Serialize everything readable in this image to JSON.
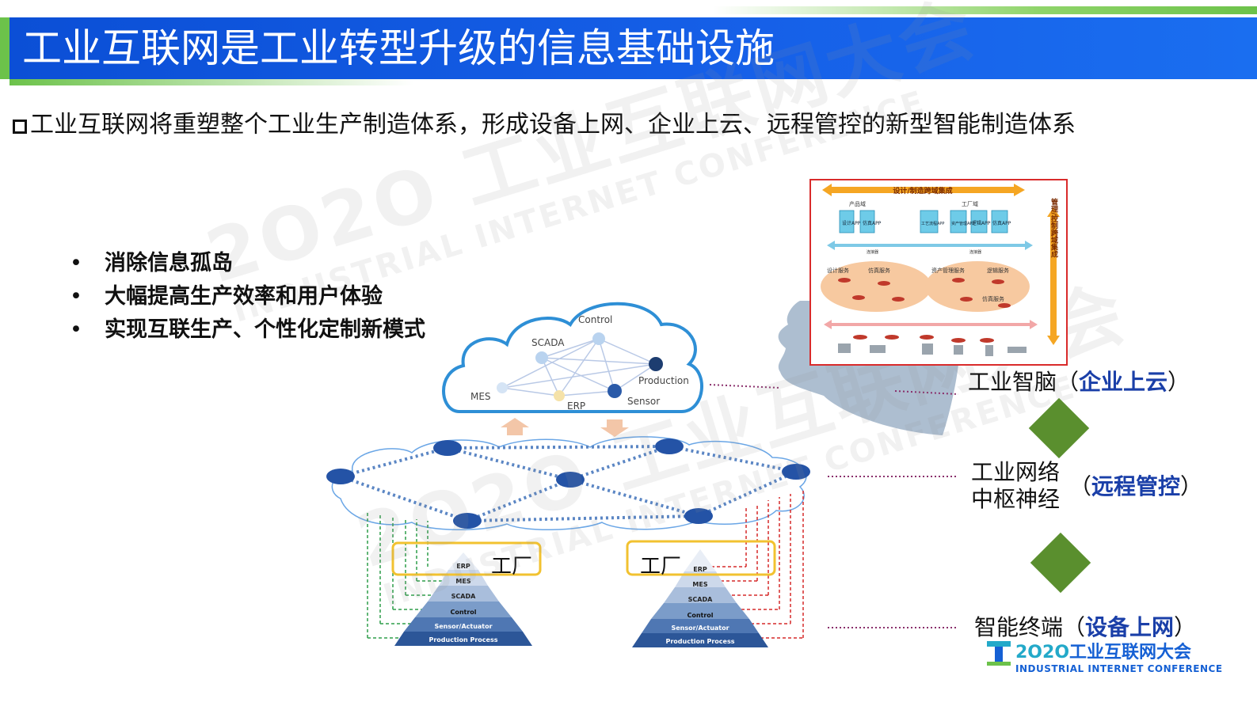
{
  "title": "工业互联网是工业转型升级的信息基础设施",
  "subtitle": "工业互联网将重塑整个工业生产制造体系，形成设备上网、企业上云、远程管控的新型智能制造体系",
  "bullets": [
    {
      "marker": "•",
      "text": "消除信息孤岛"
    },
    {
      "marker": "•",
      "text": "大幅提高生产效率和用户体验"
    },
    {
      "marker": "•",
      "text": "实现互联生产、个性化定制新模式"
    }
  ],
  "watermark": {
    "line1": "2O2O 工业互联网大会",
    "line2": "INDUSTRIAL INTERNET CONFERENCE"
  },
  "cloud": {
    "nodes": [
      "Control",
      "SCADA",
      "MES",
      "ERP",
      "Sensor",
      "Production"
    ]
  },
  "factories": [
    {
      "label": "工厂",
      "layers": [
        "ERP",
        "MES",
        "SCADA",
        "Control",
        "Sensor/Actuator",
        "Production Process"
      ]
    },
    {
      "label": "工厂",
      "layers": [
        "ERP",
        "MES",
        "SCADA",
        "Control",
        "Sensor/Actuator",
        "Production Process"
      ]
    }
  ],
  "right_labels": {
    "brain": {
      "text": "工业智脑（",
      "em": "企业上云",
      "end": "）"
    },
    "network": {
      "line1": "工业网络",
      "line2": "中枢神经",
      "paren_open": "（",
      "em": "远程管控",
      "paren_close": "）"
    },
    "terminal": {
      "text": "智能终端（",
      "em": "设备上网",
      "end": "）"
    }
  },
  "panel": {
    "top_banner": "设计/制造跨域集成",
    "product_domain": "产品域",
    "factory_domain": "工厂域",
    "side_banner": "管理/控制跨域集成",
    "apps": [
      "设计APP",
      "仿真APP",
      "工艺流程APP",
      "资产管理APP",
      "逻辑APP",
      "仿真APP"
    ],
    "bus_left": "连接器",
    "bus_right": "连接器",
    "services": [
      "设计服务",
      "仿真服务",
      "资产管理服务",
      "逻辑服务",
      "仿真服务"
    ]
  },
  "logo": {
    "year": "2O2O",
    "name": "工业互联网大会",
    "english": "INDUSTRIAL INTERNET CONFERENCE"
  },
  "colors": {
    "title_bg": "#0b4fd6",
    "accent_green": "#6cc24a",
    "diamond": "#5a8f2e",
    "emphasis": "#1a3fa8",
    "panel_border": "#d92b2b",
    "factory_box": "#f2c230",
    "left_arrows": "#2e9d4a",
    "right_arrows": "#d62a2a"
  }
}
